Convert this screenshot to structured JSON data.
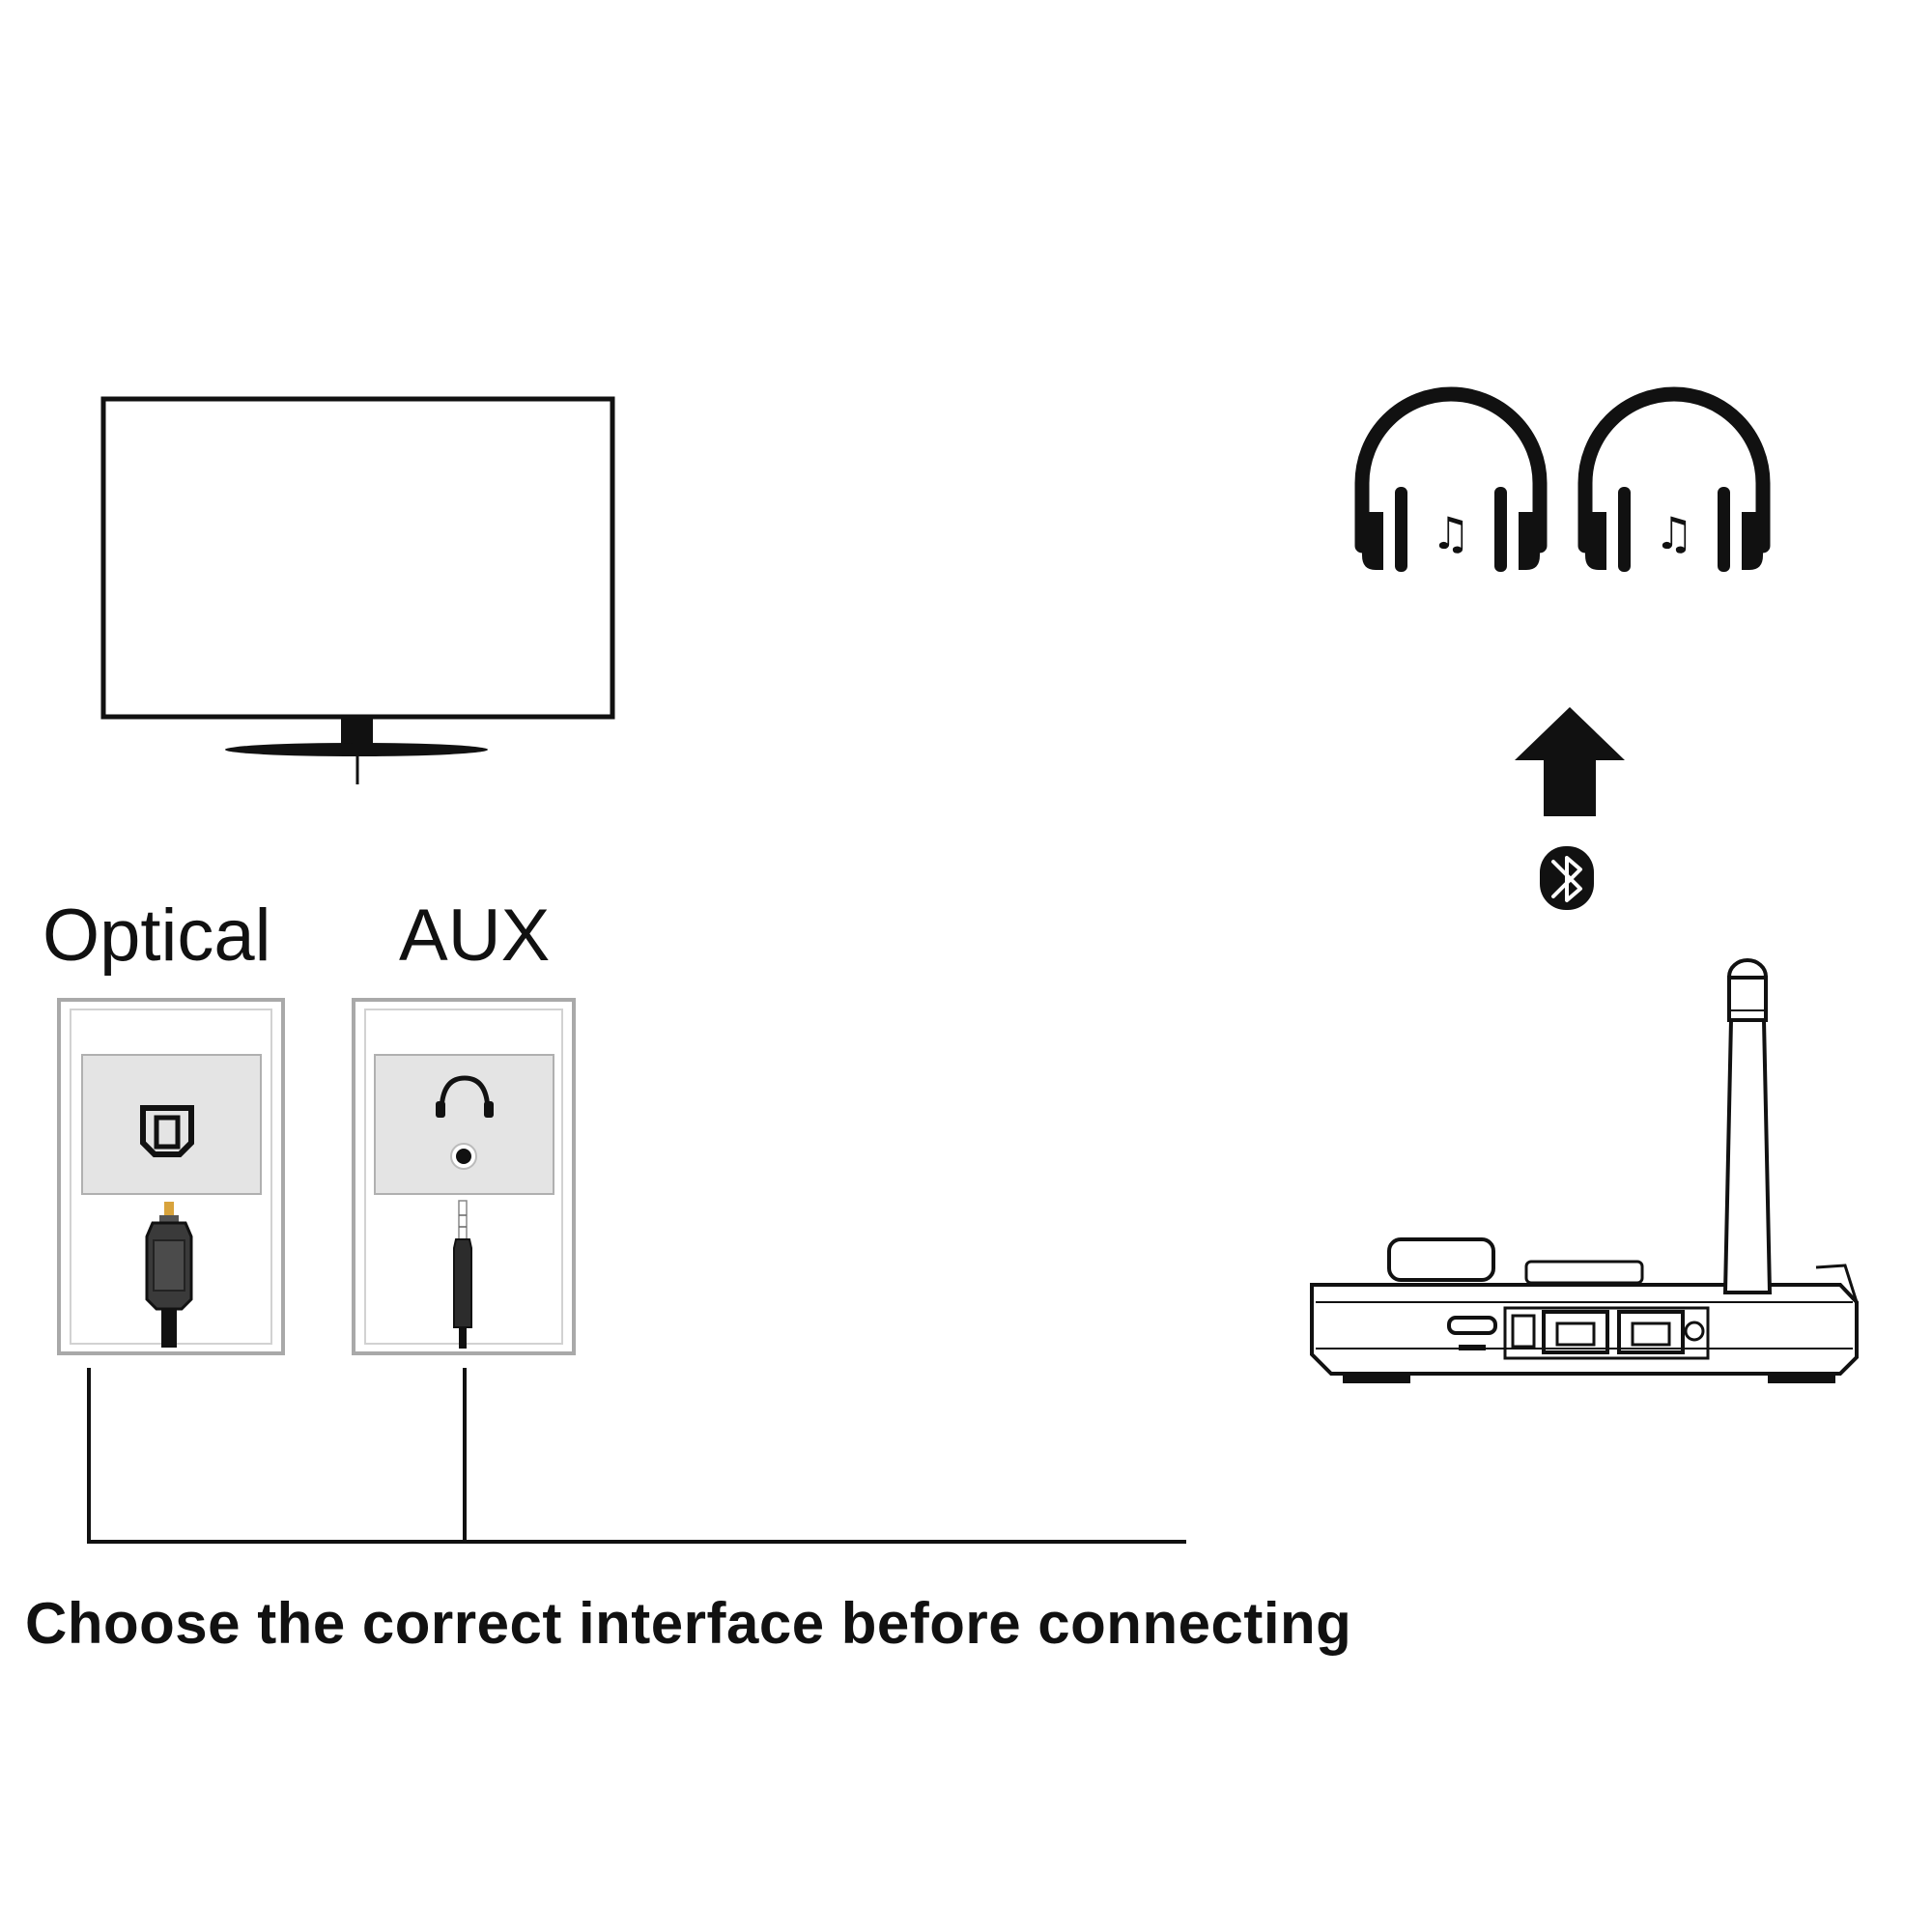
{
  "ports": {
    "optical_label": "Optical",
    "aux_label": "AUX"
  },
  "caption": "Choose the correct interface before connecting",
  "colors": {
    "line": "#111111",
    "panel_fill": "#e4e4e4",
    "panel_border": "#a9a9a9",
    "background": "#ffffff"
  },
  "icons": {
    "tv": "tv-icon",
    "optical_port": "toslink-port-icon",
    "aux_port": "headphone-jack-icon",
    "headphones": "headphones-music-icon",
    "arrow": "arrow-up-icon",
    "bluetooth": "bluetooth-icon",
    "device": "bluetooth-transmitter-icon"
  }
}
